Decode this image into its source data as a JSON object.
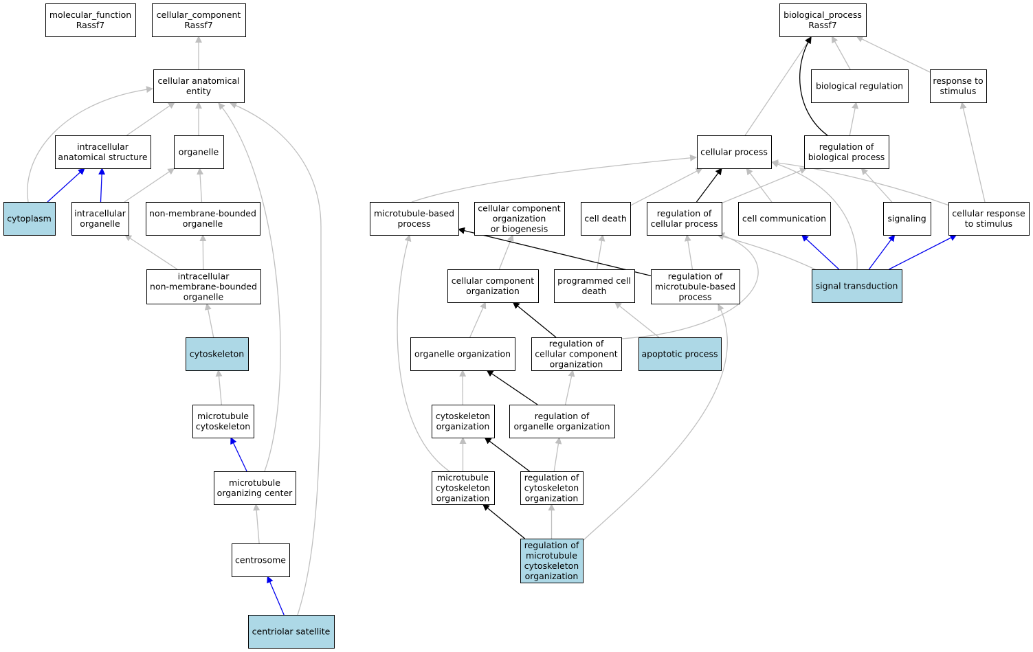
{
  "colors": {
    "highlight": "#add8e6",
    "normal": "#ffffff",
    "is_a": "#bfbfbf",
    "regulates": "#000000",
    "part_of": "#0000ee"
  },
  "nodes": [
    {
      "id": "molecular_function",
      "lines": [
        "molecular_function",
        "Rassf7"
      ],
      "highlight": false
    },
    {
      "id": "cellular_component",
      "lines": [
        "cellular_component",
        "Rassf7"
      ],
      "highlight": false
    },
    {
      "id": "cellular_anatomical_entity",
      "lines": [
        "cellular anatomical",
        "entity"
      ],
      "highlight": false
    },
    {
      "id": "intracellular_anatomical_structure",
      "lines": [
        "intracellular",
        "anatomical structure"
      ],
      "highlight": false
    },
    {
      "id": "organelle",
      "lines": [
        "organelle"
      ],
      "highlight": false
    },
    {
      "id": "cytoplasm",
      "lines": [
        "cytoplasm"
      ],
      "highlight": true
    },
    {
      "id": "intracellular_organelle",
      "lines": [
        "intracellular",
        "organelle"
      ],
      "highlight": false
    },
    {
      "id": "non_membrane_bounded_organelle",
      "lines": [
        "non-membrane-bounded",
        "organelle"
      ],
      "highlight": false
    },
    {
      "id": "intracellular_nmb_organelle",
      "lines": [
        "intracellular",
        "non-membrane-bounded",
        "organelle"
      ],
      "highlight": false
    },
    {
      "id": "cytoskeleton",
      "lines": [
        "cytoskeleton"
      ],
      "highlight": true
    },
    {
      "id": "microtubule_cytoskeleton",
      "lines": [
        "microtubule",
        "cytoskeleton"
      ],
      "highlight": false
    },
    {
      "id": "microtubule_organizing_center",
      "lines": [
        "microtubule",
        "organizing center"
      ],
      "highlight": false
    },
    {
      "id": "centrosome",
      "lines": [
        "centrosome"
      ],
      "highlight": false
    },
    {
      "id": "centriolar_satellite",
      "lines": [
        "centriolar satellite"
      ],
      "highlight": true
    },
    {
      "id": "biological_process",
      "lines": [
        "biological_process",
        "Rassf7"
      ],
      "highlight": false
    },
    {
      "id": "biological_regulation",
      "lines": [
        "biological regulation"
      ],
      "highlight": false
    },
    {
      "id": "response_to_stimulus",
      "lines": [
        "response to",
        "stimulus"
      ],
      "highlight": false
    },
    {
      "id": "cellular_process",
      "lines": [
        "cellular process"
      ],
      "highlight": false
    },
    {
      "id": "regulation_of_biological_process",
      "lines": [
        "regulation of",
        "biological process"
      ],
      "highlight": false
    },
    {
      "id": "microtubule_based_process",
      "lines": [
        "microtubule-based",
        "process"
      ],
      "highlight": false
    },
    {
      "id": "cellular_component_organization_or_biogenesis",
      "lines": [
        "cellular component",
        "organization",
        "or biogenesis"
      ],
      "highlight": false
    },
    {
      "id": "cell_death",
      "lines": [
        "cell death"
      ],
      "highlight": false
    },
    {
      "id": "regulation_of_cellular_process",
      "lines": [
        "regulation of",
        "cellular process"
      ],
      "highlight": false
    },
    {
      "id": "cell_communication",
      "lines": [
        "cell communication"
      ],
      "highlight": false
    },
    {
      "id": "signaling",
      "lines": [
        "signaling"
      ],
      "highlight": false
    },
    {
      "id": "cellular_response_to_stimulus",
      "lines": [
        "cellular response",
        "to stimulus"
      ],
      "highlight": false
    },
    {
      "id": "cellular_component_organization",
      "lines": [
        "cellular component",
        "organization"
      ],
      "highlight": false
    },
    {
      "id": "programmed_cell_death",
      "lines": [
        "programmed cell",
        "death"
      ],
      "highlight": false
    },
    {
      "id": "regulation_of_microtubule_based_process",
      "lines": [
        "regulation of",
        "microtubule-based",
        "process"
      ],
      "highlight": false
    },
    {
      "id": "signal_transduction",
      "lines": [
        "signal transduction"
      ],
      "highlight": true
    },
    {
      "id": "organelle_organization",
      "lines": [
        "organelle organization"
      ],
      "highlight": false
    },
    {
      "id": "regulation_of_cellular_component_organization",
      "lines": [
        "regulation of",
        "cellular component",
        "organization"
      ],
      "highlight": false
    },
    {
      "id": "apoptotic_process",
      "lines": [
        "apoptotic process"
      ],
      "highlight": true
    },
    {
      "id": "cytoskeleton_organization",
      "lines": [
        "cytoskeleton",
        "organization"
      ],
      "highlight": false
    },
    {
      "id": "regulation_of_organelle_organization",
      "lines": [
        "regulation of",
        "organelle organization"
      ],
      "highlight": false
    },
    {
      "id": "microtubule_cytoskeleton_organization",
      "lines": [
        "microtubule",
        "cytoskeleton",
        "organization"
      ],
      "highlight": false
    },
    {
      "id": "regulation_of_cytoskeleton_organization",
      "lines": [
        "regulation of",
        "cytoskeleton",
        "organization"
      ],
      "highlight": false
    },
    {
      "id": "regulation_of_microtubule_cytoskeleton_organization",
      "lines": [
        "regulation of",
        "microtubule",
        "cytoskeleton",
        "organization"
      ],
      "highlight": true
    }
  ],
  "edges": [
    {
      "from": "cellular_anatomical_entity",
      "to": "cellular_component",
      "type": "is_a"
    },
    {
      "from": "intracellular_anatomical_structure",
      "to": "cellular_anatomical_entity",
      "type": "is_a"
    },
    {
      "from": "organelle",
      "to": "cellular_anatomical_entity",
      "type": "is_a"
    },
    {
      "from": "cytoplasm",
      "to": "cellular_anatomical_entity",
      "type": "is_a"
    },
    {
      "from": "cytoplasm",
      "to": "intracellular_anatomical_structure",
      "type": "part_of"
    },
    {
      "from": "intracellular_organelle",
      "to": "intracellular_anatomical_structure",
      "type": "part_of"
    },
    {
      "from": "intracellular_organelle",
      "to": "organelle",
      "type": "is_a"
    },
    {
      "from": "non_membrane_bounded_organelle",
      "to": "organelle",
      "type": "is_a"
    },
    {
      "from": "intracellular_nmb_organelle",
      "to": "intracellular_organelle",
      "type": "is_a"
    },
    {
      "from": "intracellular_nmb_organelle",
      "to": "non_membrane_bounded_organelle",
      "type": "is_a"
    },
    {
      "from": "cytoskeleton",
      "to": "intracellular_nmb_organelle",
      "type": "is_a"
    },
    {
      "from": "microtubule_cytoskeleton",
      "to": "cytoskeleton",
      "type": "is_a"
    },
    {
      "from": "microtubule_organizing_center",
      "to": "microtubule_cytoskeleton",
      "type": "part_of"
    },
    {
      "from": "microtubule_organizing_center",
      "to": "cellular_anatomical_entity",
      "type": "is_a"
    },
    {
      "from": "centrosome",
      "to": "microtubule_organizing_center",
      "type": "is_a"
    },
    {
      "from": "centriolar_satellite",
      "to": "centrosome",
      "type": "part_of"
    },
    {
      "from": "centriolar_satellite",
      "to": "cellular_anatomical_entity",
      "type": "is_a"
    },
    {
      "from": "biological_regulation",
      "to": "biological_process",
      "type": "is_a"
    },
    {
      "from": "response_to_stimulus",
      "to": "biological_process",
      "type": "is_a"
    },
    {
      "from": "cellular_process",
      "to": "biological_process",
      "type": "is_a"
    },
    {
      "from": "regulation_of_biological_process",
      "to": "biological_process",
      "type": "regulates"
    },
    {
      "from": "regulation_of_biological_process",
      "to": "biological_regulation",
      "type": "is_a"
    },
    {
      "from": "microtubule_based_process",
      "to": "cellular_process",
      "type": "is_a"
    },
    {
      "from": "cell_death",
      "to": "cellular_process",
      "type": "is_a"
    },
    {
      "from": "regulation_of_cellular_process",
      "to": "cellular_process",
      "type": "regulates"
    },
    {
      "from": "regulation_of_cellular_process",
      "to": "regulation_of_biological_process",
      "type": "is_a"
    },
    {
      "from": "cell_communication",
      "to": "cellular_process",
      "type": "is_a"
    },
    {
      "from": "signaling",
      "to": "regulation_of_biological_process",
      "type": "is_a"
    },
    {
      "from": "cellular_response_to_stimulus",
      "to": "cellular_process",
      "type": "is_a"
    },
    {
      "from": "cellular_response_to_stimulus",
      "to": "response_to_stimulus",
      "type": "is_a"
    },
    {
      "from": "cellular_component_organization",
      "to": "cellular_component_organization_or_biogenesis",
      "type": "is_a"
    },
    {
      "from": "programmed_cell_death",
      "to": "cell_death",
      "type": "is_a"
    },
    {
      "from": "regulation_of_microtubule_based_process",
      "to": "microtubule_based_process",
      "type": "regulates"
    },
    {
      "from": "regulation_of_microtubule_based_process",
      "to": "regulation_of_cellular_process",
      "type": "is_a"
    },
    {
      "from": "signal_transduction",
      "to": "cell_communication",
      "type": "part_of"
    },
    {
      "from": "signal_transduction",
      "to": "signaling",
      "type": "part_of"
    },
    {
      "from": "signal_transduction",
      "to": "cellular_response_to_stimulus",
      "type": "part_of"
    },
    {
      "from": "signal_transduction",
      "to": "regulation_of_cellular_process",
      "type": "is_a"
    },
    {
      "from": "signal_transduction",
      "to": "cellular_process",
      "type": "is_a"
    },
    {
      "from": "organelle_organization",
      "to": "cellular_component_organization",
      "type": "is_a"
    },
    {
      "from": "regulation_of_cellular_component_organization",
      "to": "cellular_component_organization",
      "type": "regulates"
    },
    {
      "from": "regulation_of_cellular_component_organization",
      "to": "regulation_of_cellular_process",
      "type": "is_a"
    },
    {
      "from": "apoptotic_process",
      "to": "programmed_cell_death",
      "type": "is_a"
    },
    {
      "from": "cytoskeleton_organization",
      "to": "organelle_organization",
      "type": "is_a"
    },
    {
      "from": "regulation_of_organelle_organization",
      "to": "organelle_organization",
      "type": "regulates"
    },
    {
      "from": "regulation_of_organelle_organization",
      "to": "regulation_of_cellular_component_organization",
      "type": "is_a"
    },
    {
      "from": "microtubule_cytoskeleton_organization",
      "to": "cytoskeleton_organization",
      "type": "is_a"
    },
    {
      "from": "microtubule_cytoskeleton_organization",
      "to": "microtubule_based_process",
      "type": "is_a"
    },
    {
      "from": "regulation_of_cytoskeleton_organization",
      "to": "cytoskeleton_organization",
      "type": "regulates"
    },
    {
      "from": "regulation_of_cytoskeleton_organization",
      "to": "regulation_of_organelle_organization",
      "type": "is_a"
    },
    {
      "from": "regulation_of_microtubule_cytoskeleton_organization",
      "to": "microtubule_cytoskeleton_organization",
      "type": "regulates"
    },
    {
      "from": "regulation_of_microtubule_cytoskeleton_organization",
      "to": "regulation_of_cytoskeleton_organization",
      "type": "is_a"
    },
    {
      "from": "regulation_of_microtubule_cytoskeleton_organization",
      "to": "regulation_of_microtubule_based_process",
      "type": "is_a"
    }
  ]
}
